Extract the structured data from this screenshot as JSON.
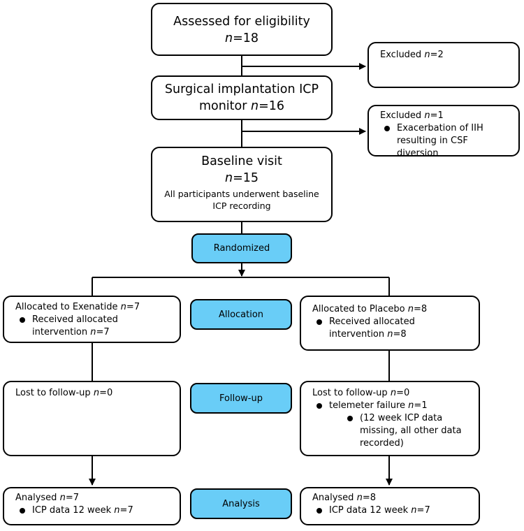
{
  "top": {
    "assessed_title": "Assessed for eligibility",
    "assessed_n": "18",
    "excluded1_label": "Excluded",
    "excluded1_n": "2",
    "surgical_title_line1": "Surgical implantation ICP",
    "surgical_title_line2": "monitor",
    "surgical_n": "16",
    "excluded2_label": "Excluded",
    "excluded2_n": "1",
    "excluded2_bullet_line1": "Exacerbation of IIH",
    "excluded2_bullet_line2": "resulting in CSF diversion",
    "baseline_title": "Baseline visit",
    "baseline_n": "15",
    "baseline_note_line1": "All participants underwent baseline",
    "baseline_note_line2": "ICP recording",
    "randomized_label": "Randomized"
  },
  "n_symbol": "n",
  "stages": {
    "allocation": "Allocation",
    "followup": "Follow-up",
    "analysis": "Analysis"
  },
  "left": {
    "alloc_label": "Allocated to Exenatide",
    "alloc_n": "7",
    "alloc_bullet_line1": "Received allocated",
    "alloc_bullet_line2": "intervention",
    "alloc_bullet_n": "7",
    "lost_label": "Lost to follow-up",
    "lost_n": "0",
    "analysed_label": "Analysed",
    "analysed_n": "7",
    "icp_label": "ICP data 12 week",
    "icp_n": "7"
  },
  "right": {
    "alloc_label": "Allocated to Placebo",
    "alloc_n": "8",
    "alloc_bullet_line1": "Received allocated",
    "alloc_bullet_line2": "intervention",
    "alloc_bullet_n": "8",
    "lost_label": "Lost to follow-up",
    "lost_n": "0",
    "failure_label": "telemeter failure",
    "failure_n": "1",
    "failure_sub_line1": "(12 week ICP data",
    "failure_sub_line2": "missing, all other data",
    "failure_sub_line3": "recorded)",
    "analysed_label": "Analysed",
    "analysed_n": "8",
    "icp_label": "ICP data 12 week",
    "icp_n": "7"
  }
}
